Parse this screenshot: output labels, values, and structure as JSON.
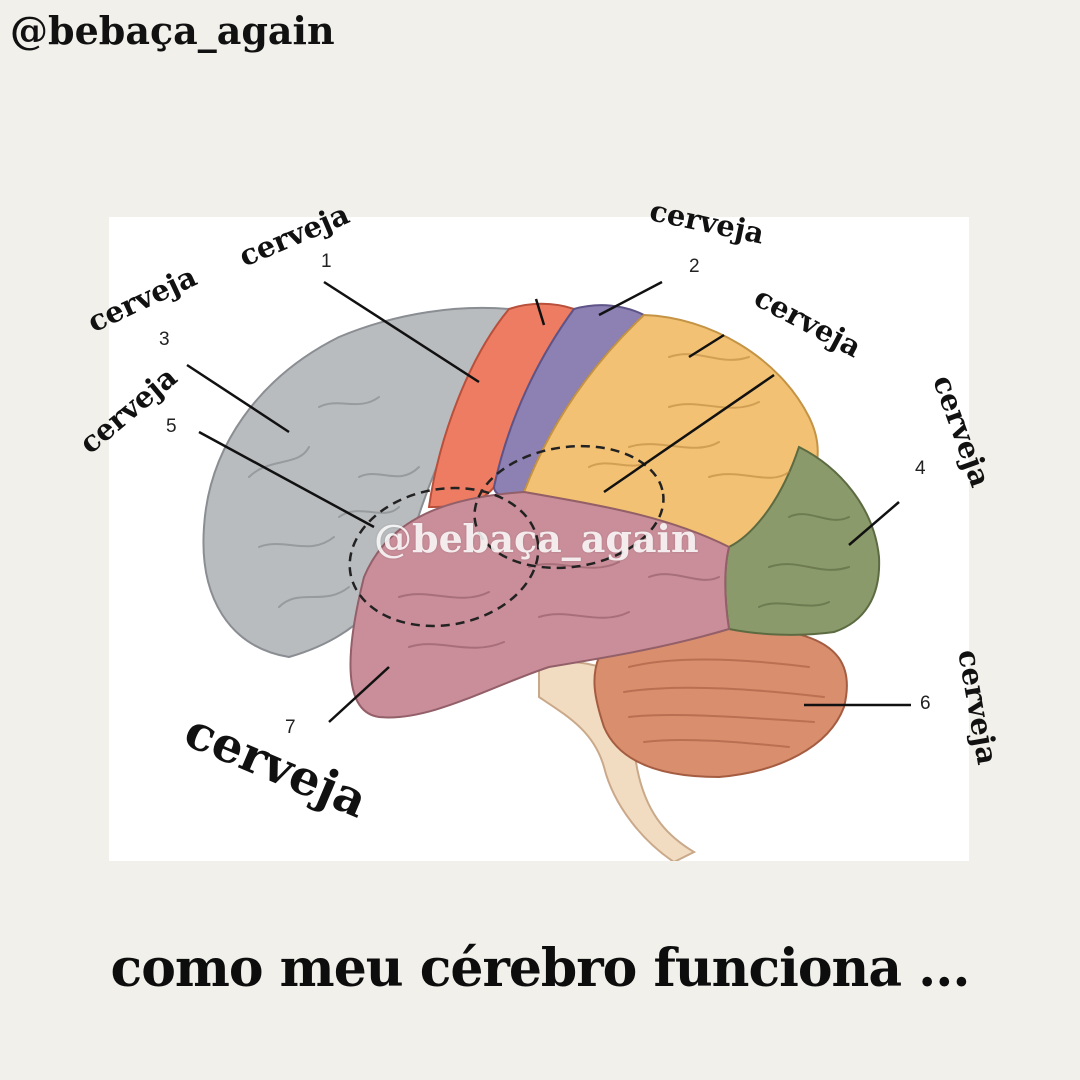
{
  "handle": "@bebaça_again",
  "watermark": "@bebaça_again",
  "caption": "como meu cérebro funciona ...",
  "labels": [
    "cerveja",
    "cerveja",
    "cerveja",
    "cerveja",
    "cerveja",
    "cerveja",
    "cerveja",
    "cerveja"
  ],
  "numbers": [
    "1",
    "2",
    "3",
    "4",
    "5",
    "6",
    "7"
  ],
  "colors": {
    "background": "#f1f0ea",
    "frontal": "#f2c173",
    "parietal_gray": "#b9bcbf",
    "motor": "#ee7c62",
    "sensory": "#8d80b3",
    "temporal": "#c98e99",
    "occipital": "#8b9a6b",
    "cerebellum": "#d98e6e",
    "brainstem": "#f2dcc1"
  }
}
